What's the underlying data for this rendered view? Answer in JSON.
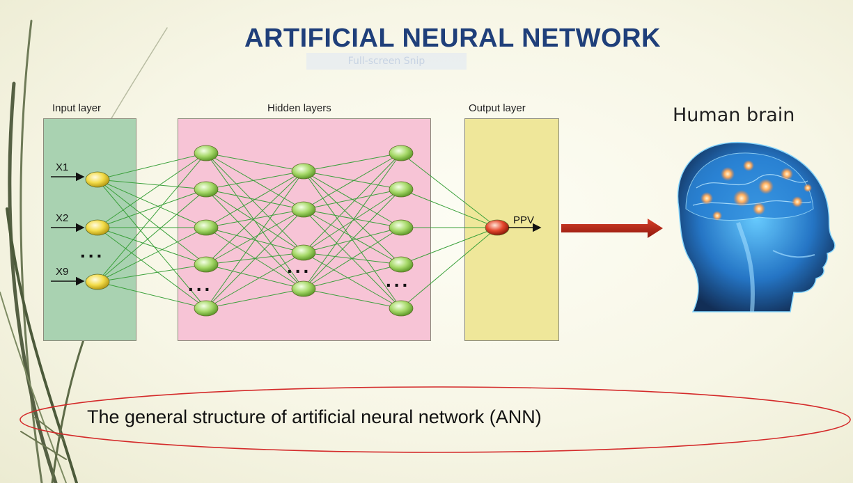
{
  "title": "ARTIFICIAL NEURAL NETWORK",
  "overlay_text": "Full-screen Snip",
  "layers": {
    "input": "Input layer",
    "hidden": "Hidden layers",
    "output": "Output layer"
  },
  "inputs": [
    "X1",
    "X2",
    "X9"
  ],
  "output_label": "PPV",
  "ellipsis": "...",
  "brain_label": "Human brain",
  "caption": "The general structure of artificial neural network (ANN)",
  "colors": {
    "title": "#1f3f7a",
    "input_box": "#a9d2b1",
    "hidden_box": "#f7c4d6",
    "output_box": "#efe79a",
    "connection": "#3aa03a",
    "arrow": "#b01c10",
    "caption_ellipse": "#d42a2a"
  },
  "icons": [
    "brain-icon",
    "neuron-icon",
    "arrow-icon",
    "vine-decoration-icon"
  ]
}
